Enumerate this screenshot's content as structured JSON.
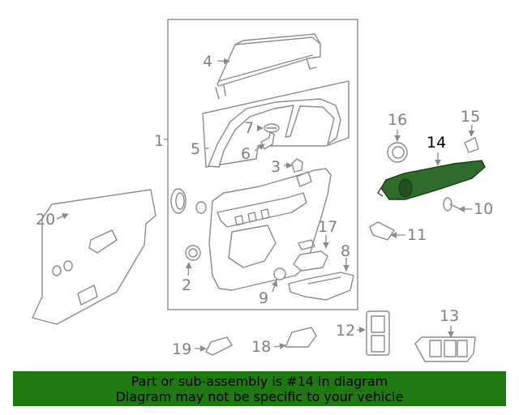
{
  "diagram": {
    "highlight_color": "#2f6b2a",
    "callouts": [
      "1",
      "2",
      "3",
      "4",
      "5",
      "6",
      "7",
      "8",
      "9",
      "10",
      "11",
      "12",
      "13",
      "14",
      "15",
      "16",
      "17",
      "18",
      "19",
      "20"
    ],
    "highlighted_part": "14"
  },
  "footer": {
    "line1": "Part or sub-assembly is #14 in diagram",
    "line2": "Diagram may not be specific to your vehicle",
    "background": "#1e7a10"
  }
}
